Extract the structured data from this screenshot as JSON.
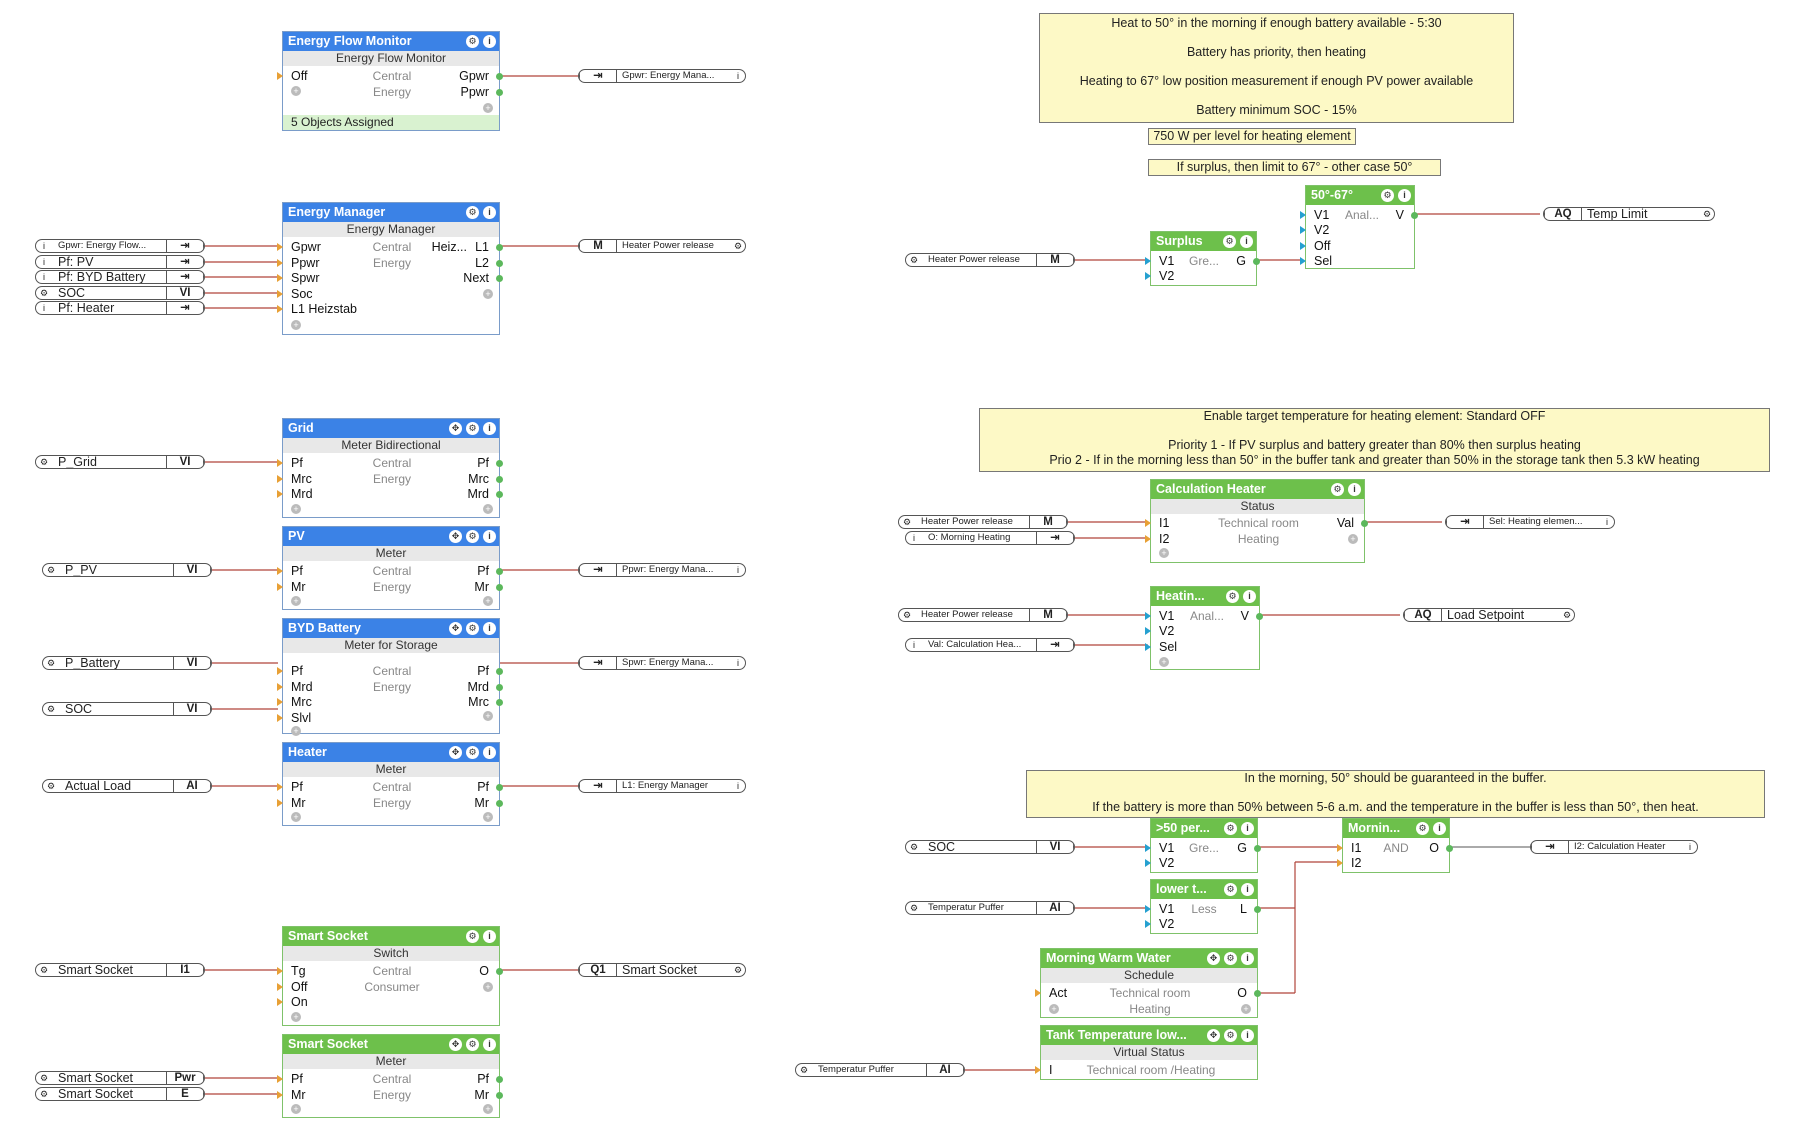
{
  "blocks": {
    "efm": {
      "title": "Energy Flow Monitor",
      "subtitle": "Energy Flow Monitor",
      "in1": "Off",
      "c1": "Central",
      "c2": "Energy",
      "o1": "Gpwr",
      "o2": "Ppwr",
      "footer": "5 Objects Assigned"
    },
    "em": {
      "title": "Energy Manager",
      "subtitle": "Energy Manager",
      "in1": "Gpwr",
      "in2": "Ppwr",
      "in3": "Spwr",
      "in4": "Soc",
      "in5": "L1 Heizstab",
      "c1": "Central",
      "c2": "Energy",
      "o1l": "Heiz...",
      "o1": "L1",
      "o2": "L2",
      "o3": "Next"
    },
    "grid": {
      "title": "Grid",
      "subtitle": "Meter Bidirectional",
      "in1": "Pf",
      "in2": "Mrc",
      "in3": "Mrd",
      "c1": "Central",
      "c2": "Energy",
      "o1": "Pf",
      "o2": "Mrc",
      "o3": "Mrd"
    },
    "pv": {
      "title": "PV",
      "subtitle": "Meter",
      "in1": "Pf",
      "in2": "Mr",
      "c1": "Central",
      "c2": "Energy",
      "o1": "Pf",
      "o2": "Mr"
    },
    "byd": {
      "title": "BYD Battery",
      "subtitle": "Meter for Storage",
      "in1": "Pf",
      "in2": "Mrd",
      "in3": "Mrc",
      "in4": "Slvl",
      "c1": "Central",
      "c2": "Energy",
      "o1": "Pf",
      "o2": "Mrd",
      "o3": "Mrc"
    },
    "heater": {
      "title": "Heater",
      "subtitle": "Meter",
      "in1": "Pf",
      "in2": "Mr",
      "c1": "Central",
      "c2": "Energy",
      "o1": "Pf",
      "o2": "Mr"
    },
    "ss1": {
      "title": "Smart Socket",
      "subtitle": "Switch",
      "in1": "Tg",
      "in2": "Off",
      "in3": "On",
      "c1": "Central",
      "c2": "Consumer",
      "o1": "O"
    },
    "ss2": {
      "title": "Smart Socket",
      "subtitle": "Meter",
      "in1": "Pf",
      "in2": "Mr",
      "c1": "Central",
      "c2": "Energy",
      "o1": "Pf",
      "o2": "Mr"
    },
    "surplus": {
      "title": "Surplus",
      "in1": "V1",
      "in2": "V2",
      "c1": "Gre...",
      "o1": "G"
    },
    "s5067": {
      "title": "50°-67°",
      "in1": "V1",
      "in2": "V2",
      "in3": "Off",
      "in4": "Sel",
      "c1": "Anal...",
      "o1": "V"
    },
    "calc": {
      "title": "Calculation Heater",
      "subtitle": "Status",
      "in1": "I1",
      "in2": "I2",
      "c1": "Technical room",
      "c2": "Heating",
      "o1": "Val"
    },
    "heatin": {
      "title": "Heatin...",
      "in1": "V1",
      "in2": "V2",
      "in3": "Sel",
      "c1": "Anal...",
      "o1": "V"
    },
    "gt50": {
      "title": ">50 per...",
      "in1": "V1",
      "in2": "V2",
      "c1": "Gre...",
      "o1": "G"
    },
    "mornin": {
      "title": "Mornin...",
      "in1": "I1",
      "in2": "I2",
      "c1": "AND",
      "o1": "O"
    },
    "lowert": {
      "title": "lower t...",
      "in1": "V1",
      "in2": "V2",
      "c1": "Less",
      "o1": "L"
    },
    "mww": {
      "title": "Morning Warm Water",
      "subtitle": "Schedule",
      "in1": "Act",
      "c1": "Technical room",
      "c2": "Heating",
      "o1": "O"
    },
    "ttl": {
      "title": "Tank Temperature low...",
      "subtitle": "Virtual Status",
      "in1": "I",
      "c1": "Technical room /Heating"
    }
  },
  "refs": {
    "r_gpwr_out": "Gpwr: Energy Mana...",
    "r_gpwr_in": "Gpwr: Energy Flow...",
    "r_pfpv": "Pf: PV",
    "r_pfbyd": "Pf: BYD Battery",
    "r_soc1": "SOC",
    "r_pfheater": "Pf: Heater",
    "r_hpr1": "Heater Power release",
    "r_pgrid": "P_Grid",
    "r_ppv": "P_PV",
    "r_ppwr": "Ppwr: Energy Mana...",
    "r_pbatt": "P_Battery",
    "r_spwr": "Spwr: Energy Mana...",
    "r_soc2": "SOC",
    "r_actual": "Actual Load",
    "r_l1": "L1: Energy Manager",
    "r_ss1": "Smart Socket",
    "r_q1": "Smart Socket",
    "r_ss2": "Smart Socket",
    "r_ss3": "Smart Socket",
    "r_hpr2": "Heater Power release",
    "r_templimit": "Temp Limit",
    "r_hpr3": "Heater Power release",
    "r_omorning": "O: Morning Heating",
    "r_sel": "Sel: Heating elemen...",
    "r_hpr4": "Heater Power release",
    "r_valcalc": "Val: Calculation Hea...",
    "r_loadsp": "Load Setpoint",
    "r_soc3": "SOC",
    "r_i2calc": "I2: Calculation Heater",
    "r_tpuffer1": "Temperatur Puffer",
    "r_tpuffer2": "Temperatur Puffer"
  },
  "types": {
    "vi": "VI",
    "ai": "AI",
    "m": "M",
    "aq": "AQ",
    "i1": "I1",
    "q1": "Q1",
    "pwr": "Pwr",
    "e": "E"
  },
  "notes": {
    "n1_l1": "Heat to 50° in the morning if enough battery available - 5:30",
    "n1_l2": "Battery has priority, then heating",
    "n1_l3": "Heating to 67° low position measurement if enough PV power available",
    "n1_l4": "Battery minimum SOC - 15%",
    "n2": "750 W per level for heating element",
    "n3": "If surplus, then limit to 67° - other case 50°",
    "n4_l1": "Enable target temperature for heating element: Standard OFF",
    "n4_l2": "Priority 1 - If PV surplus and battery greater than 80% then surplus heating",
    "n4_l3": "Prio 2 - If in the morning less than 50° in the buffer tank and greater than 50% in the storage tank then 5.3 kW heating",
    "n5_l1": "In the morning, 50° should be guaranteed in the buffer.",
    "n5_l2": "If the battery is more than 50% between 5-6 a.m. and the temperature in the buffer is less than 50°, then heat."
  }
}
